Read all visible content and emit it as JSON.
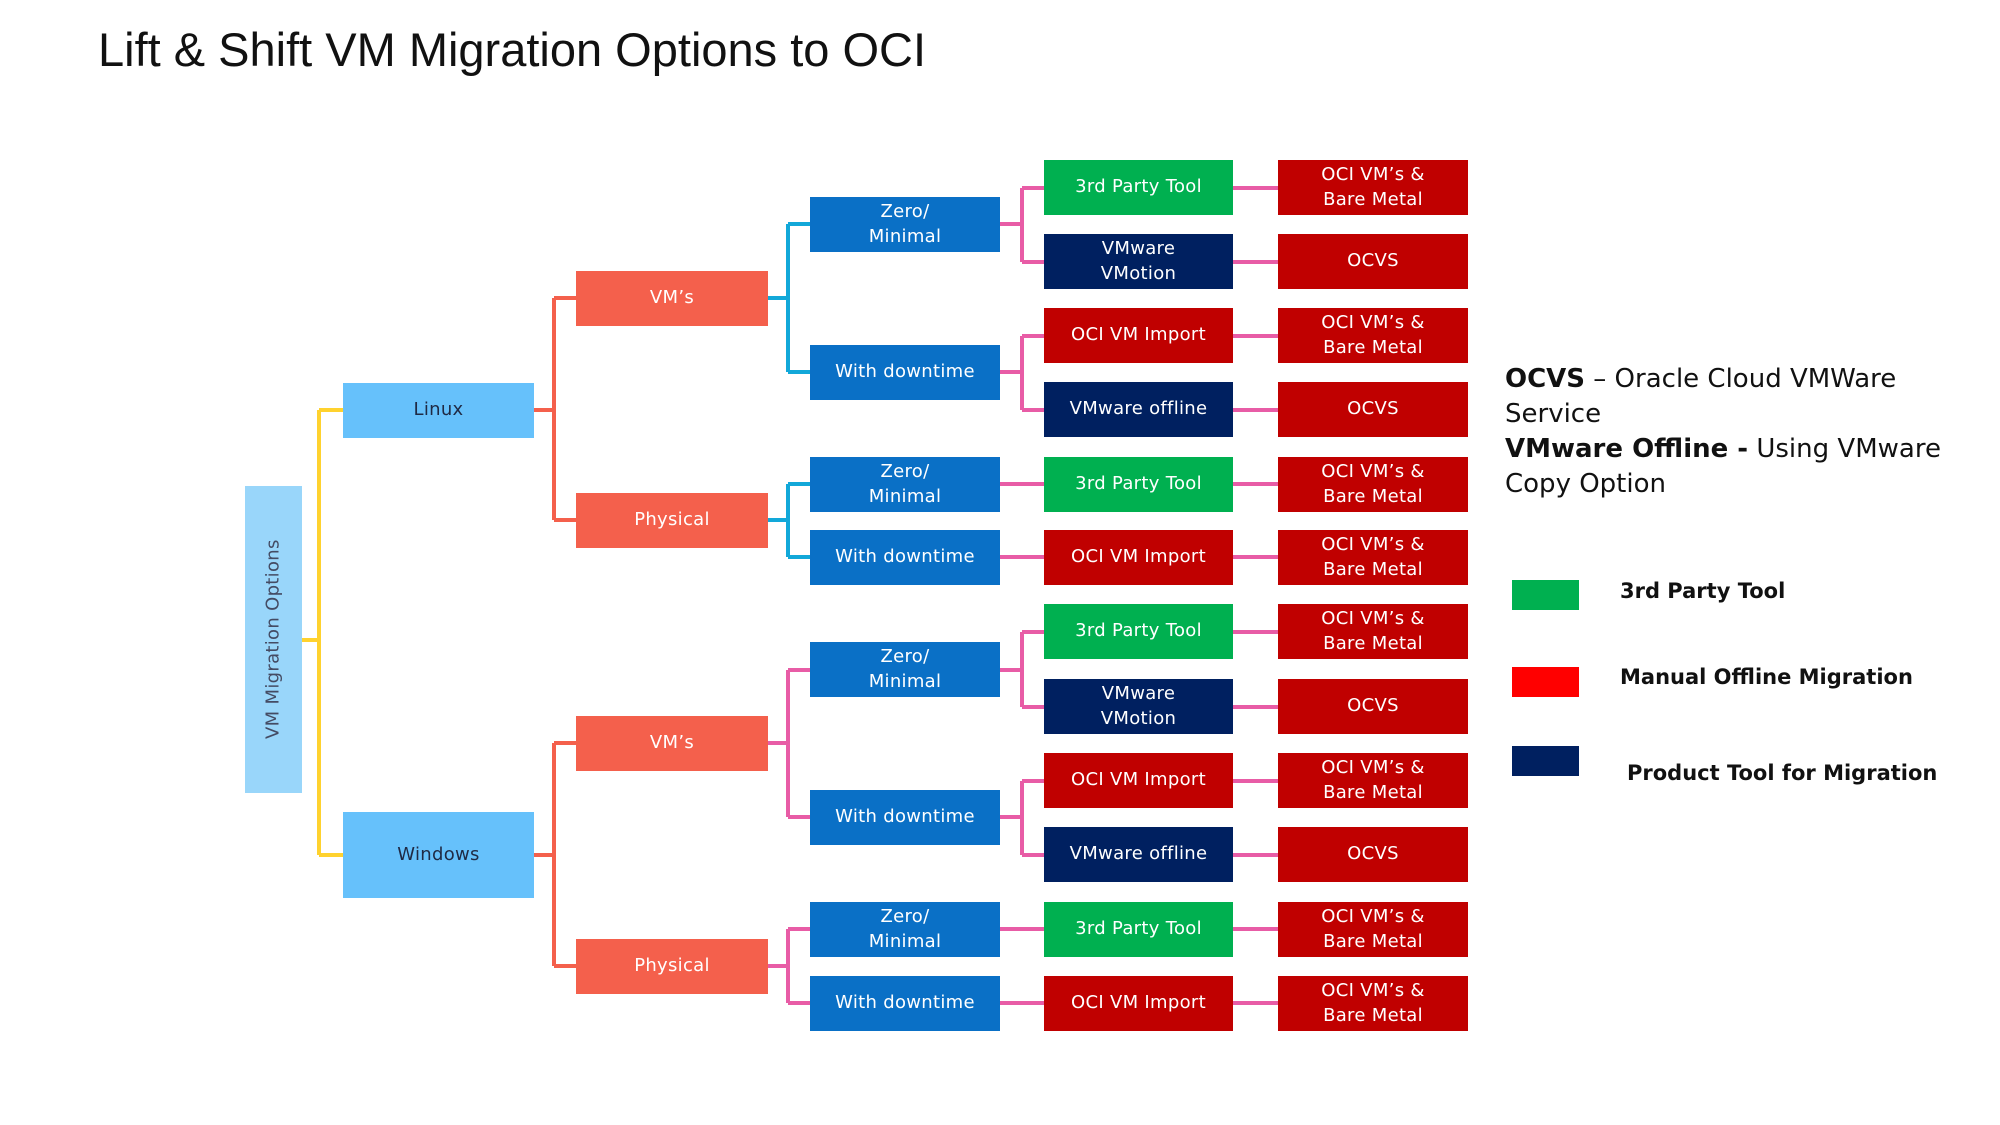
{
  "title": "Lift & Shift VM Migration Options to OCI",
  "colors": {
    "root": "#99d6fa",
    "os": "#66c1fb",
    "category": "#f4604c",
    "mode": "#0a70c6",
    "third_party": "#00b050",
    "product_tool": "#002060",
    "manual": "#c00000",
    "yellow_line": "#ffd22e",
    "red_line": "#f4604c",
    "blue_line": "#12a8d9",
    "pink_line": "#e85ca6"
  },
  "nodes": {
    "root": "VM Migration Options",
    "linux": "Linux",
    "windows": "Windows",
    "linux_vms": "VM’s",
    "linux_physical": "Physical",
    "windows_vms": "VM’s",
    "windows_physical": "Physical",
    "lv_zero": "Zero/\n      Minimal",
    "lv_down": "With downtime",
    "lp_zero": "Zero/\n      Minimal",
    "lp_down": "With downtime",
    "wv_zero": "Zero/\n      Minimal",
    "wv_down": "With downtime",
    "wp_zero": "Zero/\n      Minimal",
    "wp_down": "With downtime"
  },
  "tools": {
    "t1": "3rd Party Tool",
    "t2": "VMware\nVMotion",
    "t3": "OCI VM Import",
    "t4": "VMware offline",
    "t5": "3rd Party Tool",
    "t6": "OCI VM Import",
    "t7": "3rd Party Tool",
    "t8": "VMware\nVMotion",
    "t9": "OCI VM Import",
    "t10": "VMware offline",
    "t11": "3rd Party Tool",
    "t12": "OCI VM Import"
  },
  "targets": {
    "d1": "OCI VM’s &\n           Bare Metal",
    "d2": "OCVS",
    "d3": "OCI VM’s &\n           Bare Metal",
    "d4": "OCVS",
    "d5": "OCI VM’s &\n Bare Metal",
    "d6": "OCI VM’s &\n           Bare Metal",
    "d7": "OCI VM’s &\n           Bare Metal",
    "d8": "OCVS",
    "d9": "OCI VM’s &\n           Bare Metal",
    "d10": "OCVS",
    "d11": "OCI VM’s &\n           Bare Metal",
    "d12": "OCI VM’s &\n           Bare Metal"
  },
  "notes": {
    "ocvs_term": "OCVS",
    "ocvs_def": " – Oracle Cloud VMWare Service",
    "offline_term": "VMware Offline -",
    "offline_def": " Using VMware Copy Option"
  },
  "legend": [
    {
      "label": "3rd Party Tool",
      "color": "#00b050"
    },
    {
      "label": "Manual Offline Migration",
      "color": "#ff0000"
    },
    {
      "label": "Product Tool for Migration",
      "color": "#002060"
    }
  ]
}
